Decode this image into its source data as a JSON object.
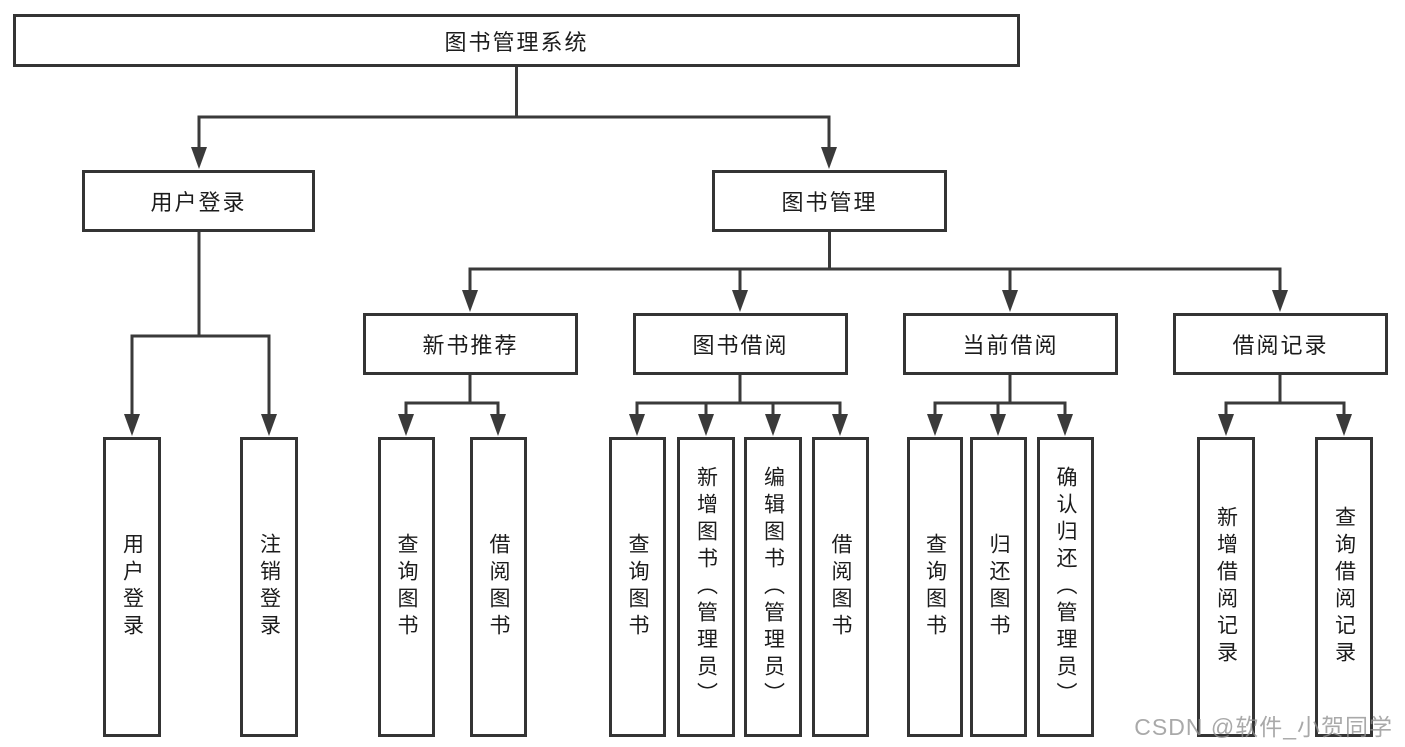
{
  "diagram": {
    "title": "图书管理系统",
    "root": "图书管理系统",
    "level2": {
      "user_login": "用户登录",
      "book_mgmt": "图书管理"
    },
    "level3": {
      "new_book": "新书推荐",
      "borrow": "图书借阅",
      "current": "当前借阅",
      "records": "借阅记录"
    },
    "leaves": {
      "user_login": "用户登录",
      "logout": "注销登录",
      "nb_query": "查询图书",
      "nb_borrow": "借阅图书",
      "bb_query": "查询图书",
      "bb_add": "新增图书（管理员）",
      "bb_edit": "编辑图书（管理员）",
      "bb_borrow": "借阅图书",
      "cb_query": "查询图书",
      "cb_return": "归还图书",
      "cb_confirm": "确认归还（管理员）",
      "br_add": "新增借阅记录",
      "br_query": "查询借阅记录"
    },
    "edges": [
      "图书管理系统→用户登录",
      "图书管理系统→图书管理",
      "用户登录→用户登录",
      "用户登录→注销登录",
      "图书管理→新书推荐",
      "图书管理→图书借阅",
      "图书管理→当前借阅",
      "图书管理→借阅记录",
      "新书推荐→查询图书",
      "新书推荐→借阅图书",
      "图书借阅→查询图书",
      "图书借阅→新增图书（管理员）",
      "图书借阅→编辑图书（管理员）",
      "图书借阅→借阅图书",
      "当前借阅→查询图书",
      "当前借阅→归还图书",
      "当前借阅→确认归还（管理员）",
      "借阅记录→新增借阅记录",
      "借阅记录→查询借阅记录"
    ]
  },
  "watermark": "CSDN @软件_小贺同学",
  "colors": {
    "line": "#3a3a3a",
    "border": "#343434",
    "text": "#1c1c1c",
    "watermark": "#919191",
    "background": "#ffffff"
  }
}
